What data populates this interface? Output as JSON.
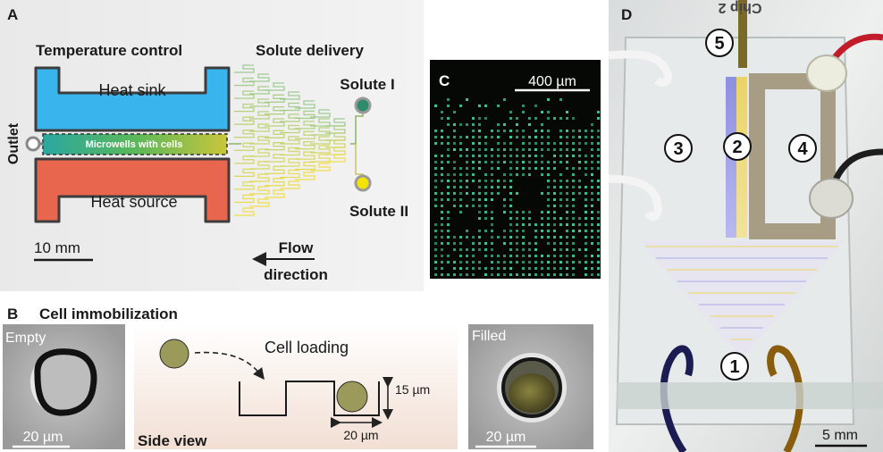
{
  "panels": {
    "A": {
      "letter": "A",
      "temp_title": "Temperature control",
      "solute_title": "Solute delivery",
      "heat_sink": "Heat sink",
      "heat_source": "Heat source",
      "microwells": "Microwells with cells",
      "outlet": "Outlet",
      "solute1": "Solute I",
      "solute2": "Solute II",
      "scale": "10 mm",
      "flow_line1": "Flow",
      "flow_line2": "direction"
    },
    "B": {
      "letter": "B",
      "title": "Cell immobilization",
      "empty": "Empty",
      "filled": "Filled",
      "cell_loading": "Cell loading",
      "side_view": "Side view",
      "depth": "15 µm",
      "width": "20 µm",
      "scale_left": "20 µm",
      "scale_right": "20 µm"
    },
    "C": {
      "letter": "C",
      "scale": "400 µm"
    },
    "D": {
      "letter": "D",
      "chip_text": "Chip 2",
      "markers": [
        "1",
        "2",
        "3",
        "4",
        "5"
      ],
      "scale": "5 mm"
    }
  },
  "colors": {
    "heat_sink": "#3ab4ec",
    "heat_source": "#e8664d",
    "solute1": "#2e8c6c",
    "solute2": "#f4e200",
    "cell": "#9c9a5a",
    "fluor": "#3fc79a"
  }
}
